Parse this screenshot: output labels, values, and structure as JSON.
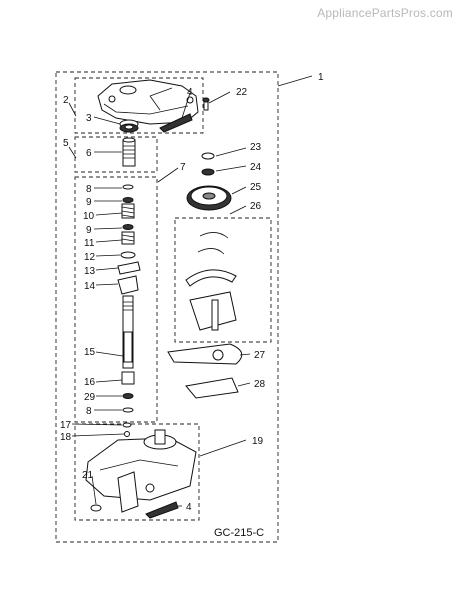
{
  "watermark": "AppliancePartsPros.com",
  "diagram_code": "GC-215-C",
  "callouts": {
    "c1": "1",
    "c2": "2",
    "c3": "3",
    "c4a": "4",
    "c4b": "4",
    "c5": "5",
    "c6": "6",
    "c7": "7",
    "c8a": "8",
    "c8b": "8",
    "c9a": "9",
    "c9b": "9",
    "c10": "10",
    "c11": "11",
    "c12": "12",
    "c13": "13",
    "c14": "14",
    "c15": "15",
    "c16": "16",
    "c17": "17",
    "c18": "18",
    "c19": "19",
    "c21": "21",
    "c22": "22",
    "c23": "23",
    "c24": "24",
    "c25": "25",
    "c26": "26",
    "c27": "27",
    "c28": "28",
    "c29": "29"
  }
}
